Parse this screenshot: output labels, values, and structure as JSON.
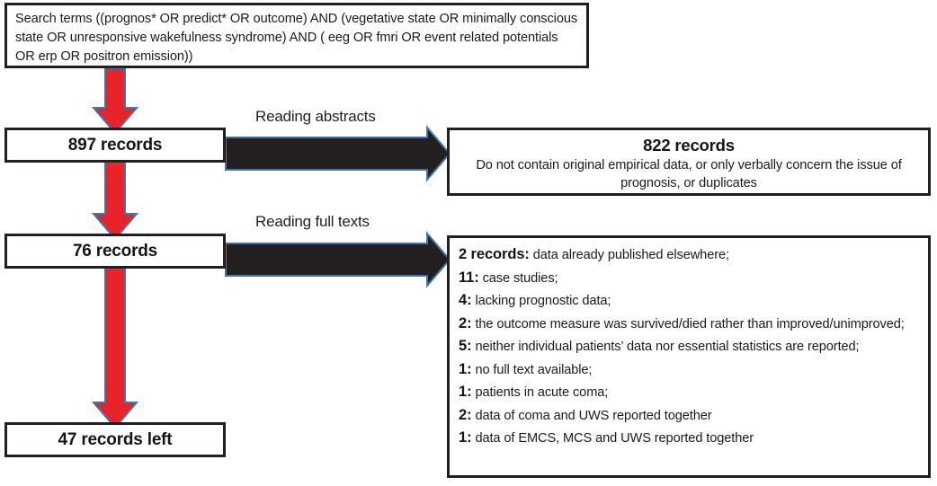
{
  "diagram": {
    "title": "Study selection flow chart",
    "colors": {
      "arrow_red": "#E8232A",
      "arrow_black": "#231f20",
      "arrow_outline_blue": "#3E78A8",
      "box_border": "#231f20",
      "background": "#ffffff"
    }
  },
  "search": {
    "text": "Search terms ((prognos* OR predict* OR outcome) AND (vegetative state OR minimally conscious state OR unresponsive wakefulness syndrome) AND (  eeg OR fmri OR event related potentials OR erp OR positron emission))"
  },
  "stages": {
    "identified": {
      "label": "897 records"
    },
    "fulltext": {
      "label": "76 records"
    },
    "included": {
      "label": "47 records left"
    }
  },
  "arrows": {
    "abstracts_label": "Reading abstracts",
    "fulltexts_label": "Reading full texts"
  },
  "excluded_abstracts": {
    "count_label": "822 records",
    "reason": "Do not contain original empirical data, or only verbally concern the issue of prognosis, or duplicates"
  },
  "excluded_fulltext": {
    "items": [
      {
        "count": "2 records:",
        "reason": "data already published elsewhere;"
      },
      {
        "count": "11:",
        "reason": "case studies;"
      },
      {
        "count": "4:",
        "reason": "lacking prognostic data;"
      },
      {
        "count": "2:",
        "reason": "the outcome measure was survived/died rather than improved/unimproved;"
      },
      {
        "count": "5:",
        "reason": "neither individual patients’ data nor essential statistics are reported;"
      },
      {
        "count": "1:",
        "reason": "no full text available;"
      },
      {
        "count": "1:",
        "reason": "patients in acute coma;"
      },
      {
        "count": "2:",
        "reason": "data of coma and UWS reported together"
      },
      {
        "count": "1:",
        "reason": "data of EMCS, MCS and UWS reported together"
      }
    ]
  }
}
